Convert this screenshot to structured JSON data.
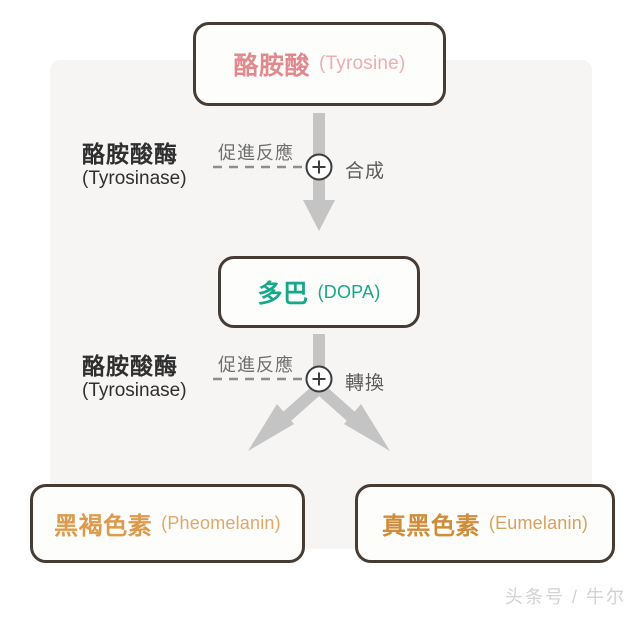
{
  "diagram": {
    "title": "melanin-synthesis-pathway",
    "nodes": {
      "tyrosine": {
        "cn": "酪胺酸",
        "en": "(Tyrosine)",
        "color": "#e08a8e"
      },
      "dopa": {
        "cn": "多巴",
        "en": "(DOPA)",
        "color": "#16a888"
      },
      "pheomelanin": {
        "cn": "黑褐色素",
        "en": "(Pheomelanin)",
        "color": "#dd9a4e"
      },
      "eumelanin": {
        "cn": "真黑色素",
        "en": "(Eumelanin)",
        "color": "#cf8d3c"
      }
    },
    "enzymes": [
      {
        "cn": "酪胺酸酶",
        "en": "(Tyrosinase)"
      },
      {
        "cn": "酪胺酸酶",
        "en": "(Tyrosinase)"
      }
    ],
    "promote_labels": [
      "促進反應",
      "促進反應"
    ],
    "effect_labels": [
      "合成",
      "轉換"
    ],
    "plus_symbol": "+",
    "colors": {
      "backdrop": "#f6f5f4",
      "box_border": "#463c34",
      "arrow": "#c4c4c4",
      "dashed_line": "#8e8e8e"
    }
  },
  "watermark": "头条号 / 牛尔"
}
